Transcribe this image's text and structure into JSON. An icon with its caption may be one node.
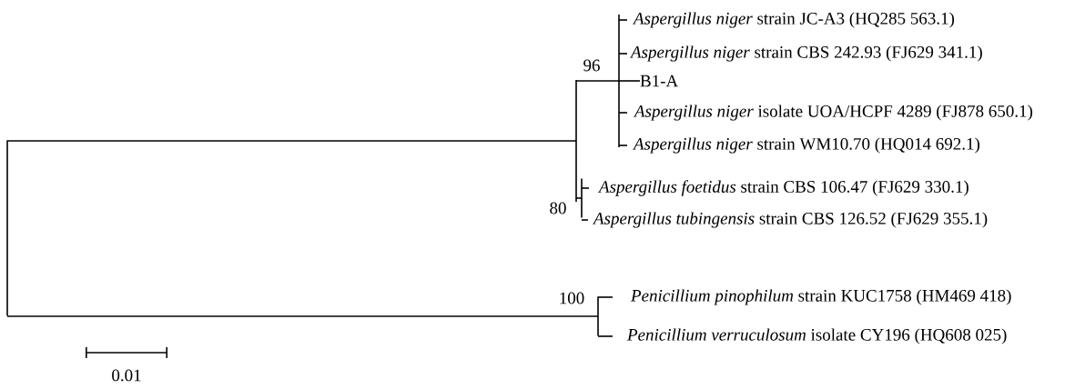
{
  "diagram": {
    "nodes": [
      {
        "text": [],
        "shape": "bar"
      },
      {
        "text": [],
        "shape": "bar",
        "beside": [
          "96"
        ]
      },
      {
        "text": [],
        "shape": "bar"
      },
      {
        "text": [
          "*Aspergillus niger* strain JC-A3 (HQ285 563.1)"
        ]
      },
      {
        "text": [
          "*Aspergillus niger* strain CBS 242.93 (FJ629 341.1)"
        ]
      },
      {
        "text": [
          "B1-A"
        ]
      },
      {
        "text": [
          "*Aspergillus niger* isolate UOA/HCPF 4289 (FJ878 650.1)"
        ]
      },
      {
        "text": [
          "*Aspergillus niger* strain WM10.70 (HQ014 692.1)"
        ]
      },
      {
        "text": [],
        "shape": "bar",
        "beside": [
          "80"
        ]
      },
      {
        "text": [
          "*Aspergillus foetidus* strain CBS 106.47 (FJ629 330.1)"
        ]
      },
      {
        "text": [
          "*Aspergillus tubingensis* strain CBS 126.52 (FJ629 355.1)"
        ]
      },
      {
        "text": [],
        "shape": "bar",
        "beside": [
          "100"
        ]
      },
      {
        "text": [
          "*Penicillium pinophilum* strain KUC1758 (HM469 418)"
        ]
      },
      {
        "text": [
          "*Penicillium verruculosum* isolate CY196 (HQ608 025)"
        ]
      }
    ],
    "edges": [
      {
        "from": 0,
        "to": 1,
        "arrow": "none"
      },
      {
        "from": 1,
        "to": 2,
        "arrow": "none"
      },
      {
        "from": 2,
        "to": 3,
        "arrow": "none"
      },
      {
        "from": 2,
        "to": 4,
        "arrow": "none"
      },
      {
        "from": 2,
        "to": 5,
        "arrow": "none"
      },
      {
        "from": 2,
        "to": 6,
        "arrow": "none"
      },
      {
        "from": 2,
        "to": 7,
        "arrow": "none"
      },
      {
        "from": 1,
        "to": 8,
        "arrow": "none"
      },
      {
        "from": 8,
        "to": 9,
        "arrow": "none"
      },
      {
        "from": 8,
        "to": 10,
        "arrow": "none"
      },
      {
        "from": 0,
        "to": 11,
        "arrow": "none"
      },
      {
        "from": 11,
        "to": 12,
        "arrow": "none"
      },
      {
        "from": 11,
        "to": 13,
        "arrow": "none"
      }
    ],
    "labels": [
      "0.01"
    ]
  }
}
